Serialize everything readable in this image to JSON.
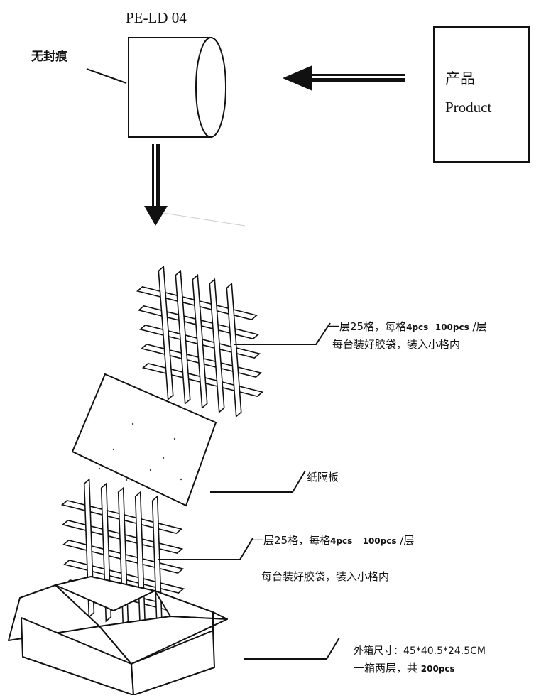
{
  "bag_label": "PE-LD 04",
  "no_seal_note": "无封痕",
  "product_box": {
    "line1": "产品",
    "line2": "Product"
  },
  "layer_top": {
    "line1_a": "一层25格，每格",
    "line1_b": "4pcs",
    "line1_c": "100pcs",
    "line1_d": "/层",
    "line2": "每台装好胶袋，装入小格内"
  },
  "divider_board": "纸隔板",
  "layer_bottom": {
    "line1_a": "一层25格，每格",
    "line1_b": "4pcs",
    "line1_c": "100pcs",
    "line1_d": "/层",
    "line2": "每台装好胶袋，装入小格内"
  },
  "outer_box": {
    "line1": "外箱尺寸：45*40.5*24.5CM",
    "line2_a": "一箱两层，共",
    "line2_b": "200pcs"
  },
  "colors": {
    "ink": "#111111",
    "paper": "#ffffff"
  }
}
